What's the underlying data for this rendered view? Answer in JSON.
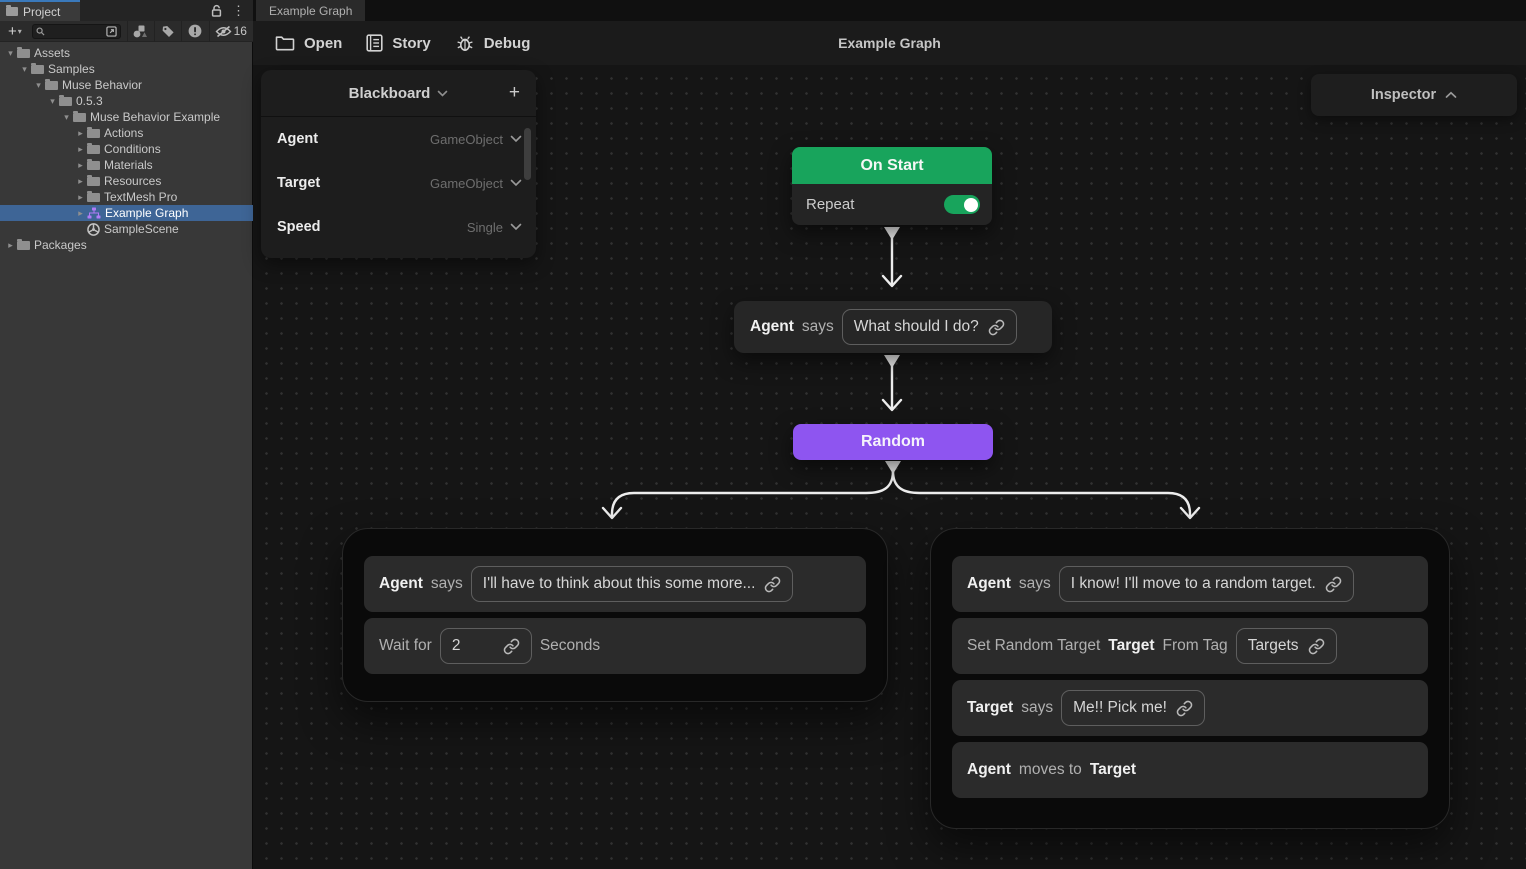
{
  "colors": {
    "green": "#18a45c",
    "purple": "#8e55f0",
    "selection": "#3e6596",
    "edge": "#ededed",
    "tab_accent": "#3a79bb"
  },
  "project_panel": {
    "tab": "Project",
    "hidden_count": "16",
    "tree": [
      {
        "label": "Assets"
      },
      {
        "label": "Samples"
      },
      {
        "label": "Muse Behavior"
      },
      {
        "label": "0.5.3"
      },
      {
        "label": "Muse Behavior Example"
      },
      {
        "label": "Actions"
      },
      {
        "label": "Conditions"
      },
      {
        "label": "Materials"
      },
      {
        "label": "Resources"
      },
      {
        "label": "TextMesh Pro"
      },
      {
        "label": "Example Graph"
      },
      {
        "label": "SampleScene"
      },
      {
        "label": "Packages"
      }
    ]
  },
  "editor": {
    "tab": "Example Graph",
    "toolbar": {
      "open": "Open",
      "story": "Story",
      "debug": "Debug",
      "title": "Example Graph"
    },
    "inspector_label": "Inspector"
  },
  "blackboard": {
    "title": "Blackboard",
    "add_label": "+",
    "variables": [
      {
        "name": "Agent",
        "type": "GameObject"
      },
      {
        "name": "Target",
        "type": "GameObject"
      },
      {
        "name": "Speed",
        "type": "Single"
      }
    ]
  },
  "graph": {
    "on_start": {
      "title": "On Start",
      "repeat_label": "Repeat"
    },
    "say1": {
      "subject": "Agent",
      "verb": "says",
      "value": "What should I do?"
    },
    "random": {
      "title": "Random"
    },
    "left_group": {
      "row1": {
        "subject": "Agent",
        "verb": "says",
        "value": "I'll have to think about this some more..."
      },
      "row2": {
        "prefix": "Wait for",
        "value": "2",
        "suffix": "Seconds"
      }
    },
    "right_group": {
      "row1": {
        "subject": "Agent",
        "verb": "says",
        "value": "I know! I'll move to a random target."
      },
      "row2": {
        "text1": "Set Random Target",
        "bold": "Target",
        "text2": "From Tag",
        "value": "Targets"
      },
      "row3": {
        "subject": "Target",
        "verb": "says",
        "value": "Me!! Pick me!"
      },
      "row4": {
        "bold1": "Agent",
        "text": "moves to",
        "bold2": "Target"
      }
    }
  }
}
